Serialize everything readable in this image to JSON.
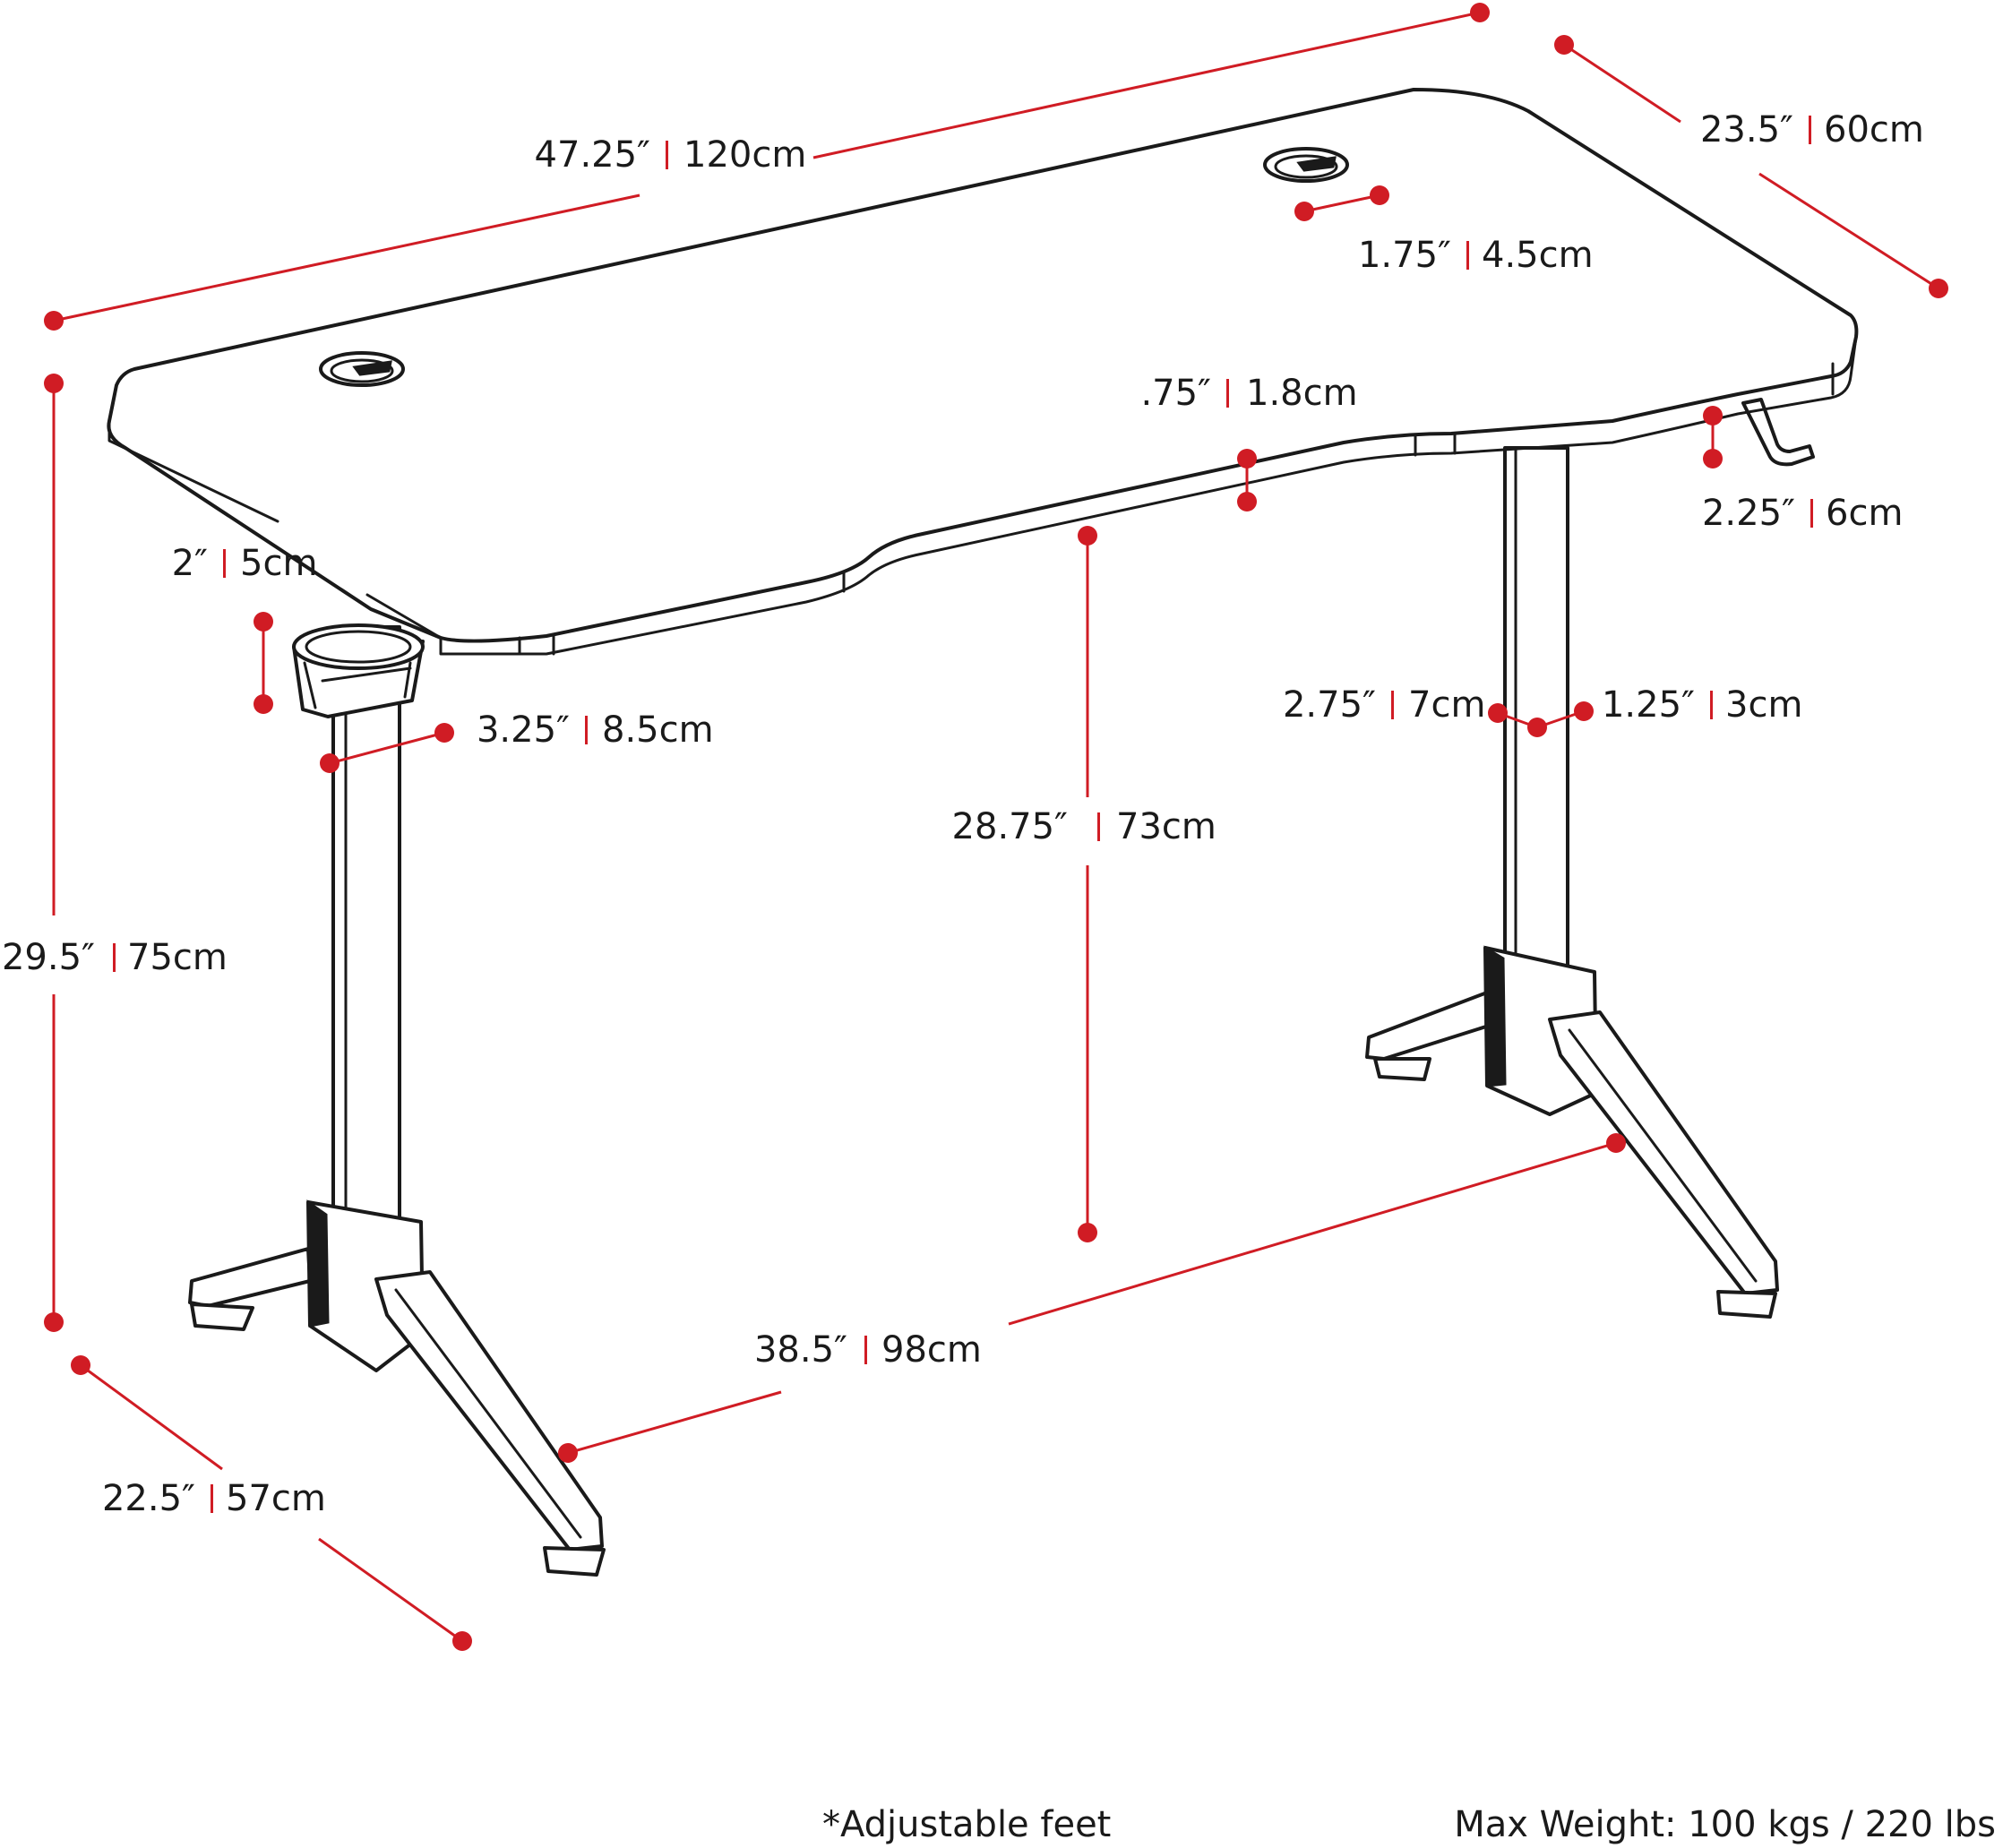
{
  "colors": {
    "accent": "#d01c24",
    "line": "#1a1a1a",
    "background": "#ffffff"
  },
  "dimensions": {
    "desk_width": {
      "imperial": "47.25″",
      "metric": "120cm"
    },
    "desk_depth": {
      "imperial": "23.5″",
      "metric": "60cm"
    },
    "grommet_diameter": {
      "imperial": "1.75″",
      "metric": "4.5cm"
    },
    "top_thickness": {
      "imperial": ".75″",
      "metric": "1.8cm"
    },
    "hook_height": {
      "imperial": "2.25″",
      "metric": "6cm"
    },
    "cup_holder_height": {
      "imperial": "2″",
      "metric": "5cm"
    },
    "cup_holder_width": {
      "imperial": "3.25″",
      "metric": "8.5cm"
    },
    "leg_depth": {
      "imperial": "2.75″",
      "metric": "7cm"
    },
    "leg_width": {
      "imperial": "1.25″",
      "metric": "3cm"
    },
    "knee_clearance": {
      "imperial": "28.75″",
      "metric": "73cm"
    },
    "overall_height": {
      "imperial": "29.5″",
      "metric": "75cm"
    },
    "base_depth": {
      "imperial": "22.5″",
      "metric": "57cm"
    },
    "leg_spacing": {
      "imperial": "38.5″",
      "metric": "98cm"
    }
  },
  "notes": {
    "adjustable_feet": "*Adjustable feet",
    "max_weight": "Max Weight: 100 kgs / 220 lbs"
  }
}
